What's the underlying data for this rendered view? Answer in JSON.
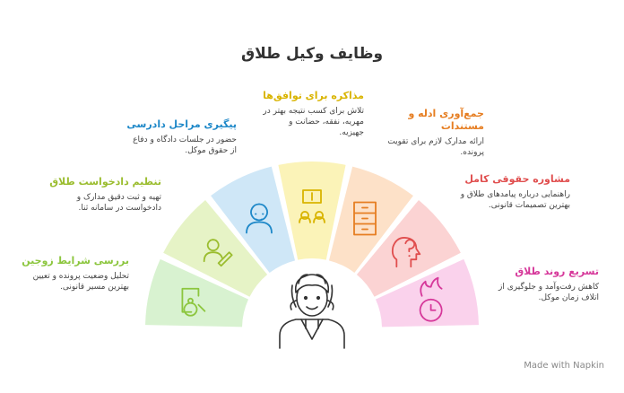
{
  "title": "وظایف وکیل طلاق",
  "items": [
    {
      "heading": "بررسی شرایط زوجین",
      "desc": "تحلیل وضعیت پرونده و تعیین بهترین مسیر قانونی.",
      "color": "#8cc63e",
      "fill": "#d8f2d0",
      "icon": "magnifier-person-icon"
    },
    {
      "heading": "تنظیم دادخواست طلاق",
      "desc": "تهیه و ثبت دقیق مدارک و دادخواست در سامانه ثنا.",
      "color": "#9bbd2f",
      "fill": "#e6f3c6",
      "icon": "person-pen-icon"
    },
    {
      "heading": "پیگیری مراحل دادرسی",
      "desc": "حضور در جلسات دادگاه و دفاع از حقوق موکل.",
      "color": "#1e88c8",
      "fill": "#cfe7f7",
      "icon": "judge-icon"
    },
    {
      "heading": "مذاکره برای توافق‌ها",
      "desc": "تلاش برای کسب نتیجه بهتر در مهریه، نفقه، حضانت و جهیزیه.",
      "color": "#d9b400",
      "fill": "#fbf3b8",
      "icon": "negotiation-icon"
    },
    {
      "heading": "جمع‌آوری ادله و مستندات",
      "desc": "ارائه مدارک لازم برای تقویت پرونده.",
      "color": "#e67e22",
      "fill": "#fde1c8",
      "icon": "file-cabinet-icon"
    },
    {
      "heading": "مشاوره حقوقی کامل",
      "desc": "راهنمایی درباره پیامدهای طلاق و بهترین تصمیمات قانونی.",
      "color": "#e04e4e",
      "fill": "#fbd3d3",
      "icon": "head-question-icon"
    },
    {
      "heading": "تسریع روند طلاق",
      "desc": "کاهش رفت‌وآمد و جلوگیری از اتلاف زمان موکل.",
      "color": "#d6389a",
      "fill": "#fad2ec",
      "icon": "flaming-clock-icon"
    }
  ],
  "center_icon": "lawyer-icon",
  "footer": "Made with  Napkin"
}
